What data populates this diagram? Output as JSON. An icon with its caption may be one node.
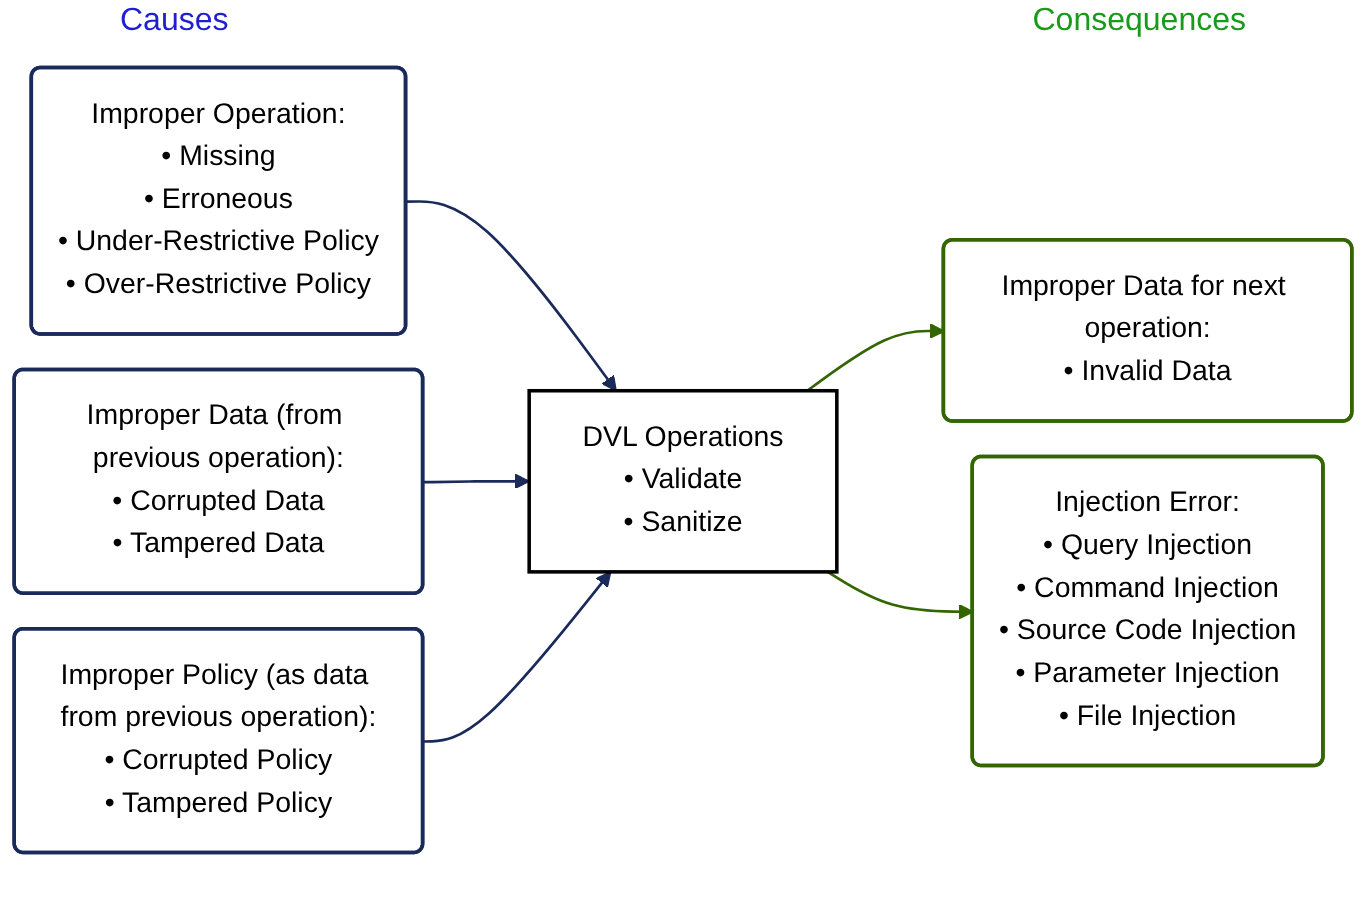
{
  "diagram": {
    "nodes": [
      {
        "text": [
          "Improper Operation:",
          "• Missing",
          "• Erroneous",
          "• Under-Restrictive Policy",
          "• Over-Restrictive Policy"
        ]
      },
      {
        "text": [
          "Improper Data (from previous operation):",
          "• Corrupted Data",
          "• Tampered Data"
        ]
      },
      {
        "text": [
          "Improper Policy (as data from previous operation):",
          "• Corrupted Policy",
          "• Tampered Policy"
        ]
      },
      {
        "text": [
          "DVL Operations",
          "• Validate",
          "• Sanitize"
        ]
      },
      {
        "text": [
          "Improper Data for next operation:",
          "• Invalid Data"
        ]
      },
      {
        "text": [
          "Injection Error:",
          "• Query Injection",
          "• Command Injection",
          "• Source Code Injection",
          "• Parameter Injection",
          "• File Injection"
        ]
      }
    ],
    "edges": [
      {
        "from": 0,
        "to": 3,
        "arrow": "to"
      },
      {
        "from": 1,
        "to": 3,
        "arrow": "to"
      },
      {
        "from": 2,
        "to": 3,
        "arrow": "to"
      },
      {
        "from": 3,
        "to": 4,
        "arrow": "to",
        "color": "#336600"
      },
      {
        "from": 3,
        "to": 5,
        "arrow": "to",
        "color": "#336600"
      }
    ],
    "labels": [
      "Causes",
      "Consequences"
    ]
  }
}
